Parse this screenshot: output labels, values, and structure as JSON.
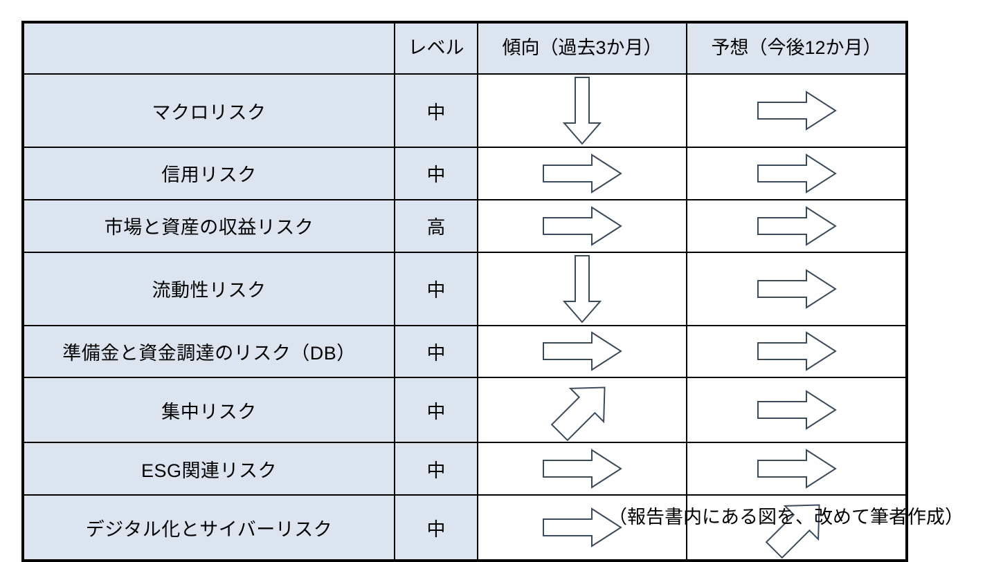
{
  "table": {
    "headers": {
      "name": "",
      "level": "レベル",
      "trend": "傾向（過去3か月）",
      "forecast": "予想（今後12か月）"
    },
    "rows": [
      {
        "name": "マクロリスク",
        "level": "中",
        "trend": "down",
        "forecast": "right"
      },
      {
        "name": "信用リスク",
        "level": "中",
        "trend": "right",
        "forecast": "right"
      },
      {
        "name": "市場と資産の収益リスク",
        "level": "高",
        "trend": "right",
        "forecast": "right"
      },
      {
        "name": "流動性リスク",
        "level": "中",
        "trend": "down",
        "forecast": "right"
      },
      {
        "name": "準備金と資金調達のリスク（DB）",
        "level": "中",
        "trend": "right",
        "forecast": "right"
      },
      {
        "name": "集中リスク",
        "level": "中",
        "trend": "upright",
        "forecast": "right"
      },
      {
        "name": "ESG関連リスク",
        "level": "中",
        "trend": "right",
        "forecast": "right"
      },
      {
        "name": "デジタル化とサイバーリスク",
        "level": "中",
        "trend": "right",
        "forecast": "upright"
      }
    ],
    "arrow_icon_names": {
      "down": "arrow-down-icon",
      "right": "arrow-right-icon",
      "upright": "arrow-up-right-icon"
    }
  },
  "caption": "（報告書内にある図を、改めて筆者作成）",
  "colors": {
    "cell_fill": "#dbe4ef",
    "arrow_cell_fill": "#ffffff",
    "border": "#000000",
    "arrow_stroke": "#3b4a5a",
    "text": "#000000",
    "page_background": "#ffffff"
  }
}
